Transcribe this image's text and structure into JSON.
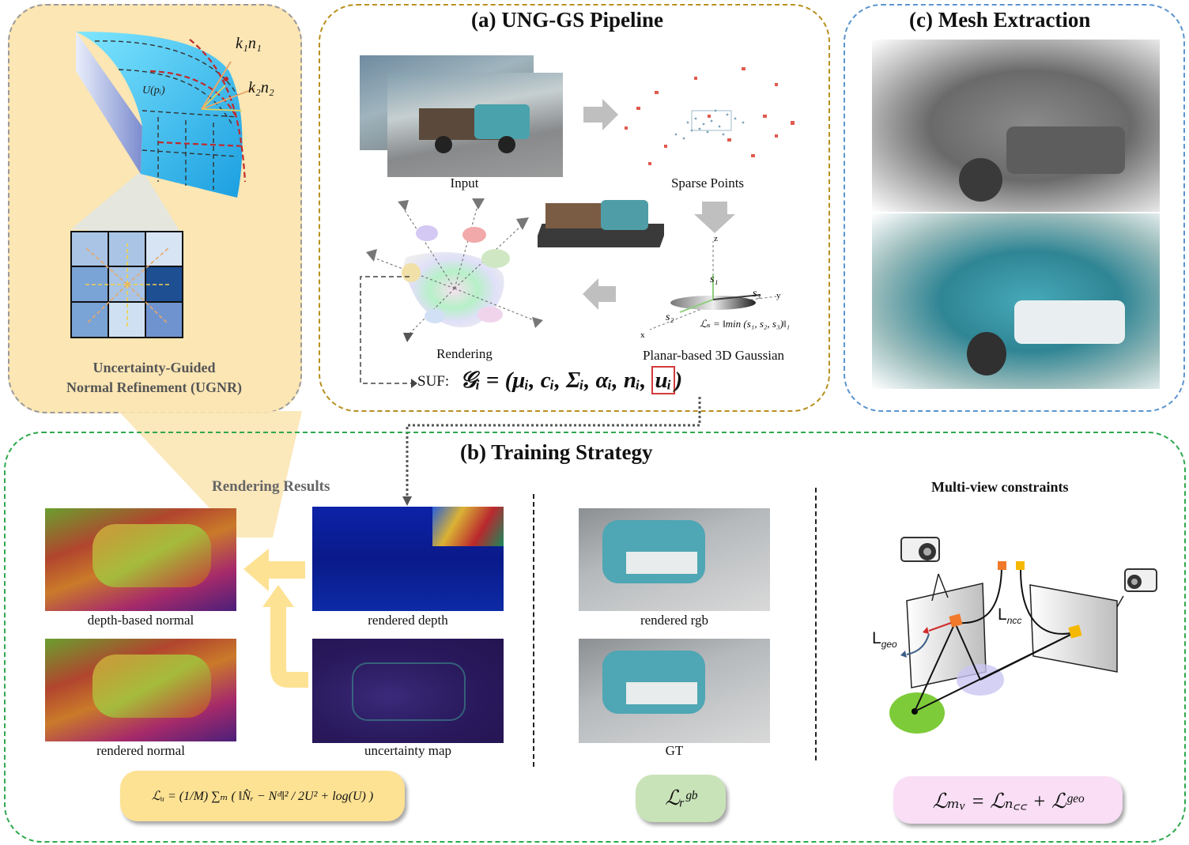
{
  "panels": {
    "pipeline_title": "(a)  UNG-GS Pipeline",
    "mesh_title": "(c)  Mesh Extraction",
    "training_title": "(b)  Training Strategy",
    "ugnr_title_line1": "Uncertainty-Guided",
    "ugnr_title_line2": "Normal Refinement (UGNR)"
  },
  "ugnr": {
    "labels": {
      "k1n1": "k₁n₁",
      "k2n2": "k₂n₂",
      "upi": "U(pᵢ)"
    }
  },
  "pipeline": {
    "input_label": "Input",
    "sparse_label": "Sparse Points",
    "rendering_label": "Rendering",
    "planar_label": "Planar-based 3D Gaussian",
    "axis_z": "z",
    "axis_y": "y",
    "axis_x": "x",
    "s1": "s₁",
    "s2": "s₂",
    "s3": "s₃",
    "ls_formula": "ℒₛ = ‖min (s₁, s₂, s₃)‖₁",
    "suf_prefix": "SUF:",
    "suf_formula": "𝒢ᵢ = (μᵢ, cᵢ, Σᵢ, αᵢ, nᵢ, ",
    "suf_highlight": "uᵢ",
    "suf_close": ")"
  },
  "training": {
    "rendering_results": "Rendering Results",
    "depth_normal": "depth-based normal",
    "rendered_depth": "rendered depth",
    "rendered_normal": "rendered normal",
    "uncertainty_map": "uncertainty map",
    "rendered_rgb": "rendered rgb",
    "gt": "GT",
    "multiview_title": "Multi-view constraints",
    "l_geo": "L",
    "l_geo_sub": "geo",
    "l_ncc": "L",
    "l_ncc_sub": "ncc",
    "lu_formula": "ℒᵤ = (1/M) ∑ₘ ( ‖N̂ᵣ − Nᵈ‖² / 2U² + log(U) )",
    "lrgb_formula": "ℒᵣᵍᵇ",
    "lmv_formula": "ℒₘᵥ = ℒₙ꜀꜀ + ℒᵍᵉᵒ"
  },
  "colors": {
    "ugnr_bg": "#fbe6b4",
    "pipeline_border": "#b8901e",
    "mesh_border": "#5b94cf",
    "training_border": "#2ea84d",
    "lu_box": "#fde294",
    "lrgb_box": "#c9e3b8",
    "lmv_box": "#f9def5"
  }
}
